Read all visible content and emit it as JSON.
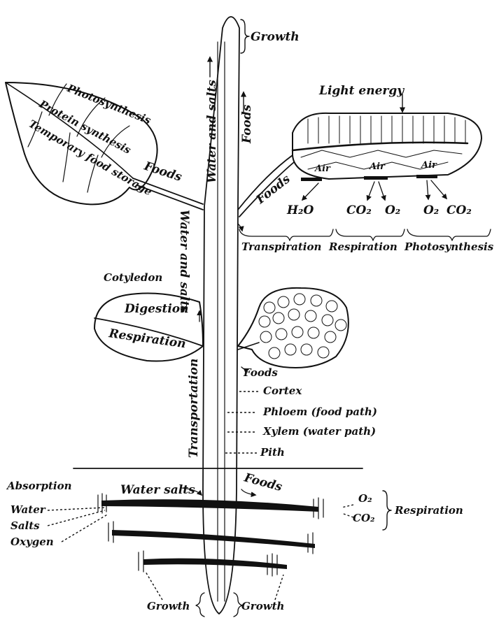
{
  "labels": {
    "growth_top": "Growth",
    "water_and_salts_up": "Water and salts",
    "foods_stem_right": "Foods",
    "light_energy": "Light energy",
    "photosynthesis_leaf": "Photosynthesis",
    "protein_synthesis": "Protein synthesis",
    "temporary_food_storage": "Temporary food storage",
    "foods_petiole_left": "Foods",
    "water_and_salts_mid": "Water and salts",
    "foods_petiole_right": "Foods",
    "air_1": "Air",
    "air_2": "Air",
    "air_3": "Air",
    "h2o": "H₂O",
    "co2_a": "CO₂",
    "o2_a": "O₂",
    "o2_b": "O₂",
    "co2_b": "CO₂",
    "transpiration": "Transpiration",
    "respiration_leaf": "Respiration",
    "photosynthesis_bottom": "Photosynthesis",
    "cotyledon": "Cotyledon",
    "digestion": "Digestion",
    "respiration_cotyledon": "Respiration",
    "transportation": "Transportation",
    "foods_cotyledon": "Foods",
    "cortex": "Cortex",
    "phloem": "Phloem (food path)",
    "xylem": "Xylem (water path)",
    "pith": "Pith",
    "absorption": "Absorption",
    "water": "Water",
    "salts": "Salts",
    "oxygen": "Oxygen",
    "water_salts_root": "Water salts",
    "foods_root": "Foods",
    "o2_root": "O₂",
    "co2_root": "CO₂",
    "respiration_root": "Respiration",
    "growth_bottom_left": "Growth",
    "growth_bottom_right": "Growth"
  }
}
